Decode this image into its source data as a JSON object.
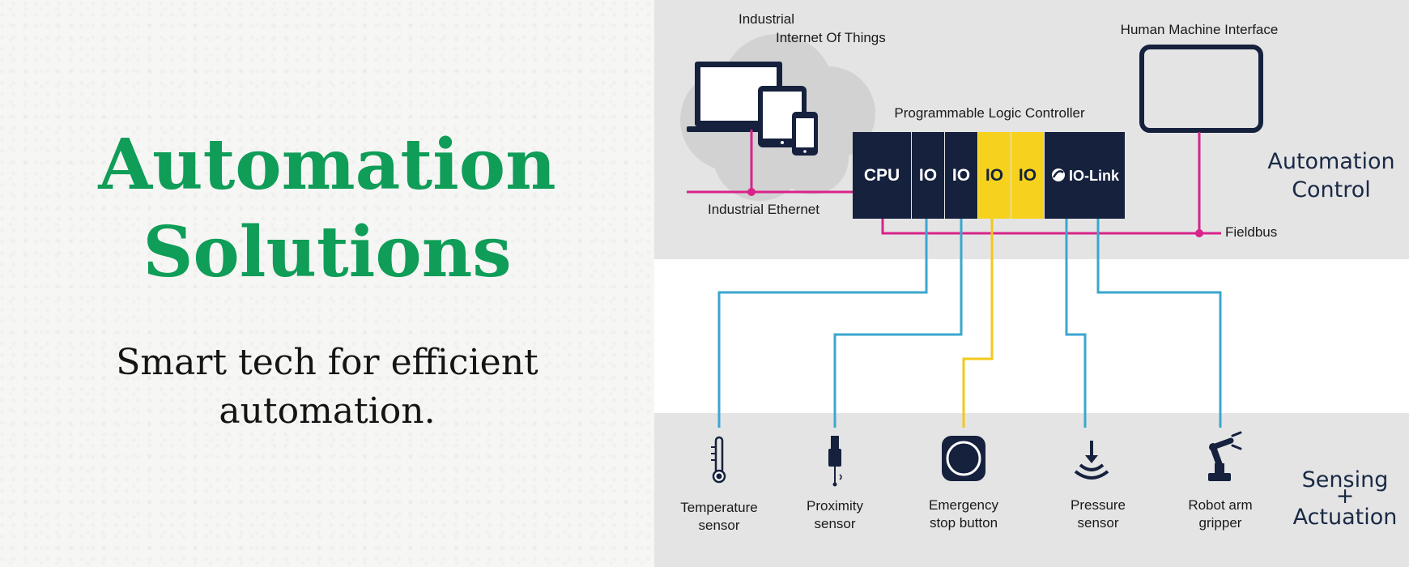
{
  "hero": {
    "title_line1": "Automation",
    "title_line2": "Solutions",
    "subtitle_line1": "Smart tech for efficient",
    "subtitle_line2": "automation."
  },
  "diagram": {
    "iiot_label_line1": "Industrial",
    "iiot_label_line2": "Internet Of Things",
    "hmi_label": "Human Machine Interface",
    "plc_label": "Programmable Logic Controller",
    "ethernet_label": "Industrial Ethernet",
    "fieldbus_label": "Fieldbus",
    "plc_modules": {
      "cpu": "CPU",
      "io1": "IO",
      "io2": "IO",
      "io3": "IO",
      "io4": "IO",
      "iolink": "IO-Link"
    },
    "zones": {
      "control_line1": "Automation",
      "control_line2": "Control",
      "sensing_line1": "Sensing",
      "sensing_line2": "+",
      "sensing_line3": "Actuation"
    },
    "devices": [
      {
        "line1": "Temperature",
        "line2": "sensor",
        "icon": "thermometer-icon"
      },
      {
        "line1": "Proximity",
        "line2": "sensor",
        "icon": "proximity-sensor-icon"
      },
      {
        "line1": "Emergency",
        "line2": "stop button",
        "icon": "emergency-stop-icon"
      },
      {
        "line1": "Pressure",
        "line2": "sensor",
        "icon": "pressure-sensor-icon"
      },
      {
        "line1": "Robot arm",
        "line2": "gripper",
        "icon": "robot-arm-icon"
      }
    ],
    "colors": {
      "navy": "#15213d",
      "io_yellow": "#f6d21e",
      "ethernet_magenta": "#d8238a",
      "signal_blue": "#3aa7cf",
      "signal_yellow": "#f2c81b"
    }
  }
}
